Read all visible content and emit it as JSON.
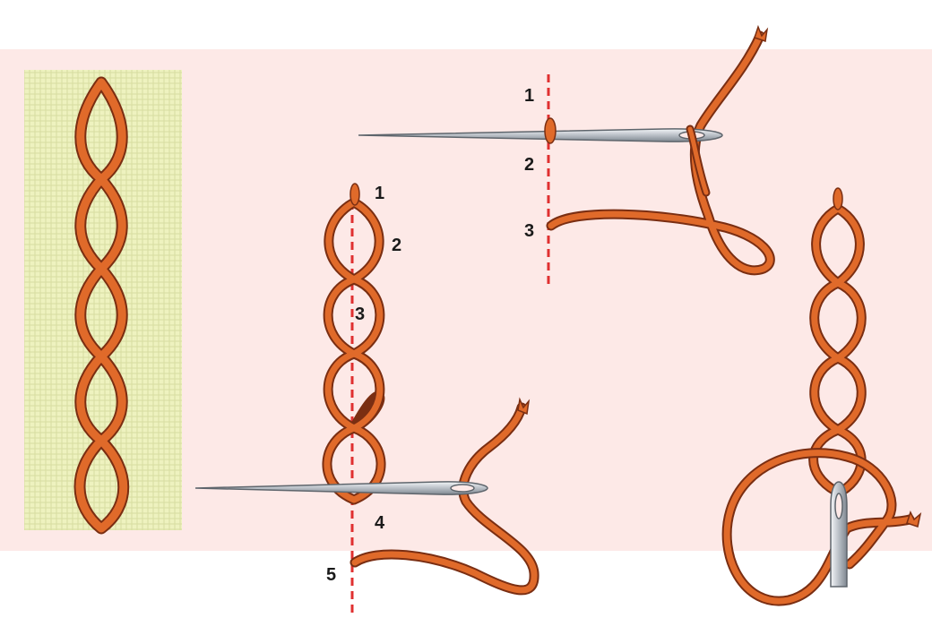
{
  "colors": {
    "thread": "#e06a2a",
    "thread_outline": "#7a2e12",
    "guide_line": "#e03030",
    "background": "#fde9e7",
    "fabric": "#eef2bf",
    "needle": "#c9ced3"
  },
  "step1": {
    "labels": [
      "1",
      "2",
      "3"
    ]
  },
  "step2": {
    "labels": [
      "1",
      "2",
      "3",
      "4",
      "5"
    ]
  }
}
